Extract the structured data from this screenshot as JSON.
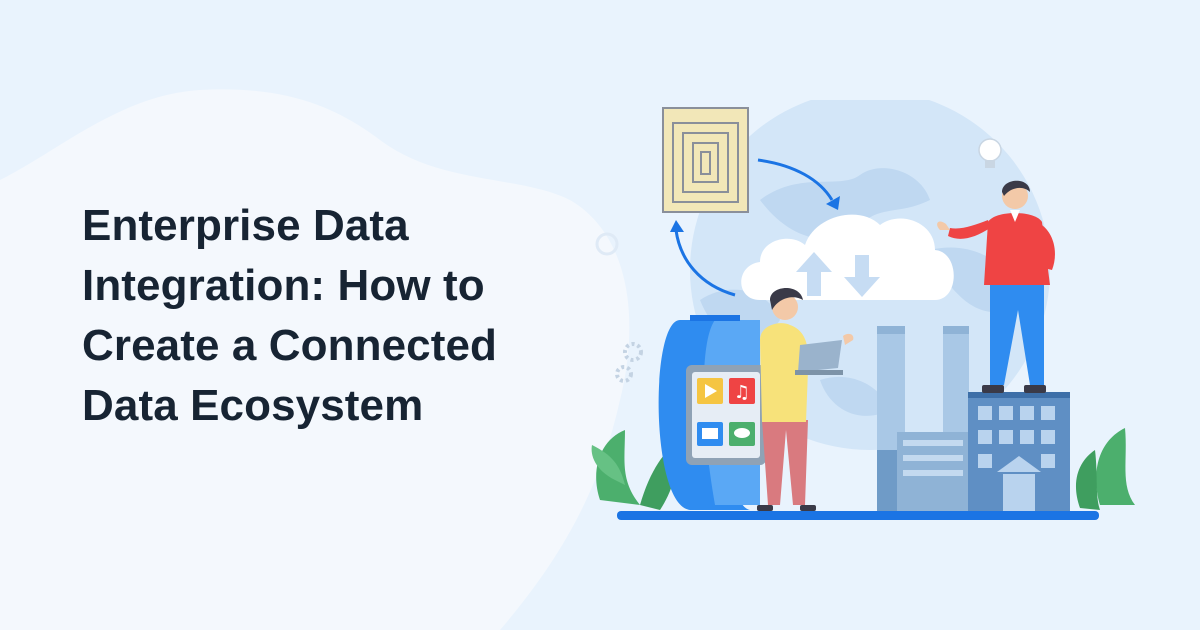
{
  "hero": {
    "title_lines": [
      "Enterprise Data",
      "Integration: How to",
      "Create a Connected",
      "Data Ecosystem"
    ]
  },
  "colors": {
    "background": "#e9f3fd",
    "blob": "#f4f8fd",
    "title": "#172433",
    "accent_blue": "#1b74e4",
    "globe": "#cfe2f6",
    "cloud": "#ffffff",
    "man_shirt": "#ef4444",
    "woman_shirt": "#f7e27a",
    "woman_pants": "#d97a7f",
    "plant": "#4caf6d"
  },
  "illustration": {
    "icons": [
      "chip-icon",
      "cloud-icon",
      "upload-arrow-icon",
      "download-arrow-icon",
      "globe-icon",
      "lightbulb-icon",
      "gear-icon",
      "play-icon",
      "music-icon",
      "mail-icon",
      "chat-icon",
      "laptop-icon",
      "factory-icon",
      "building-icon",
      "plant-icon"
    ]
  }
}
